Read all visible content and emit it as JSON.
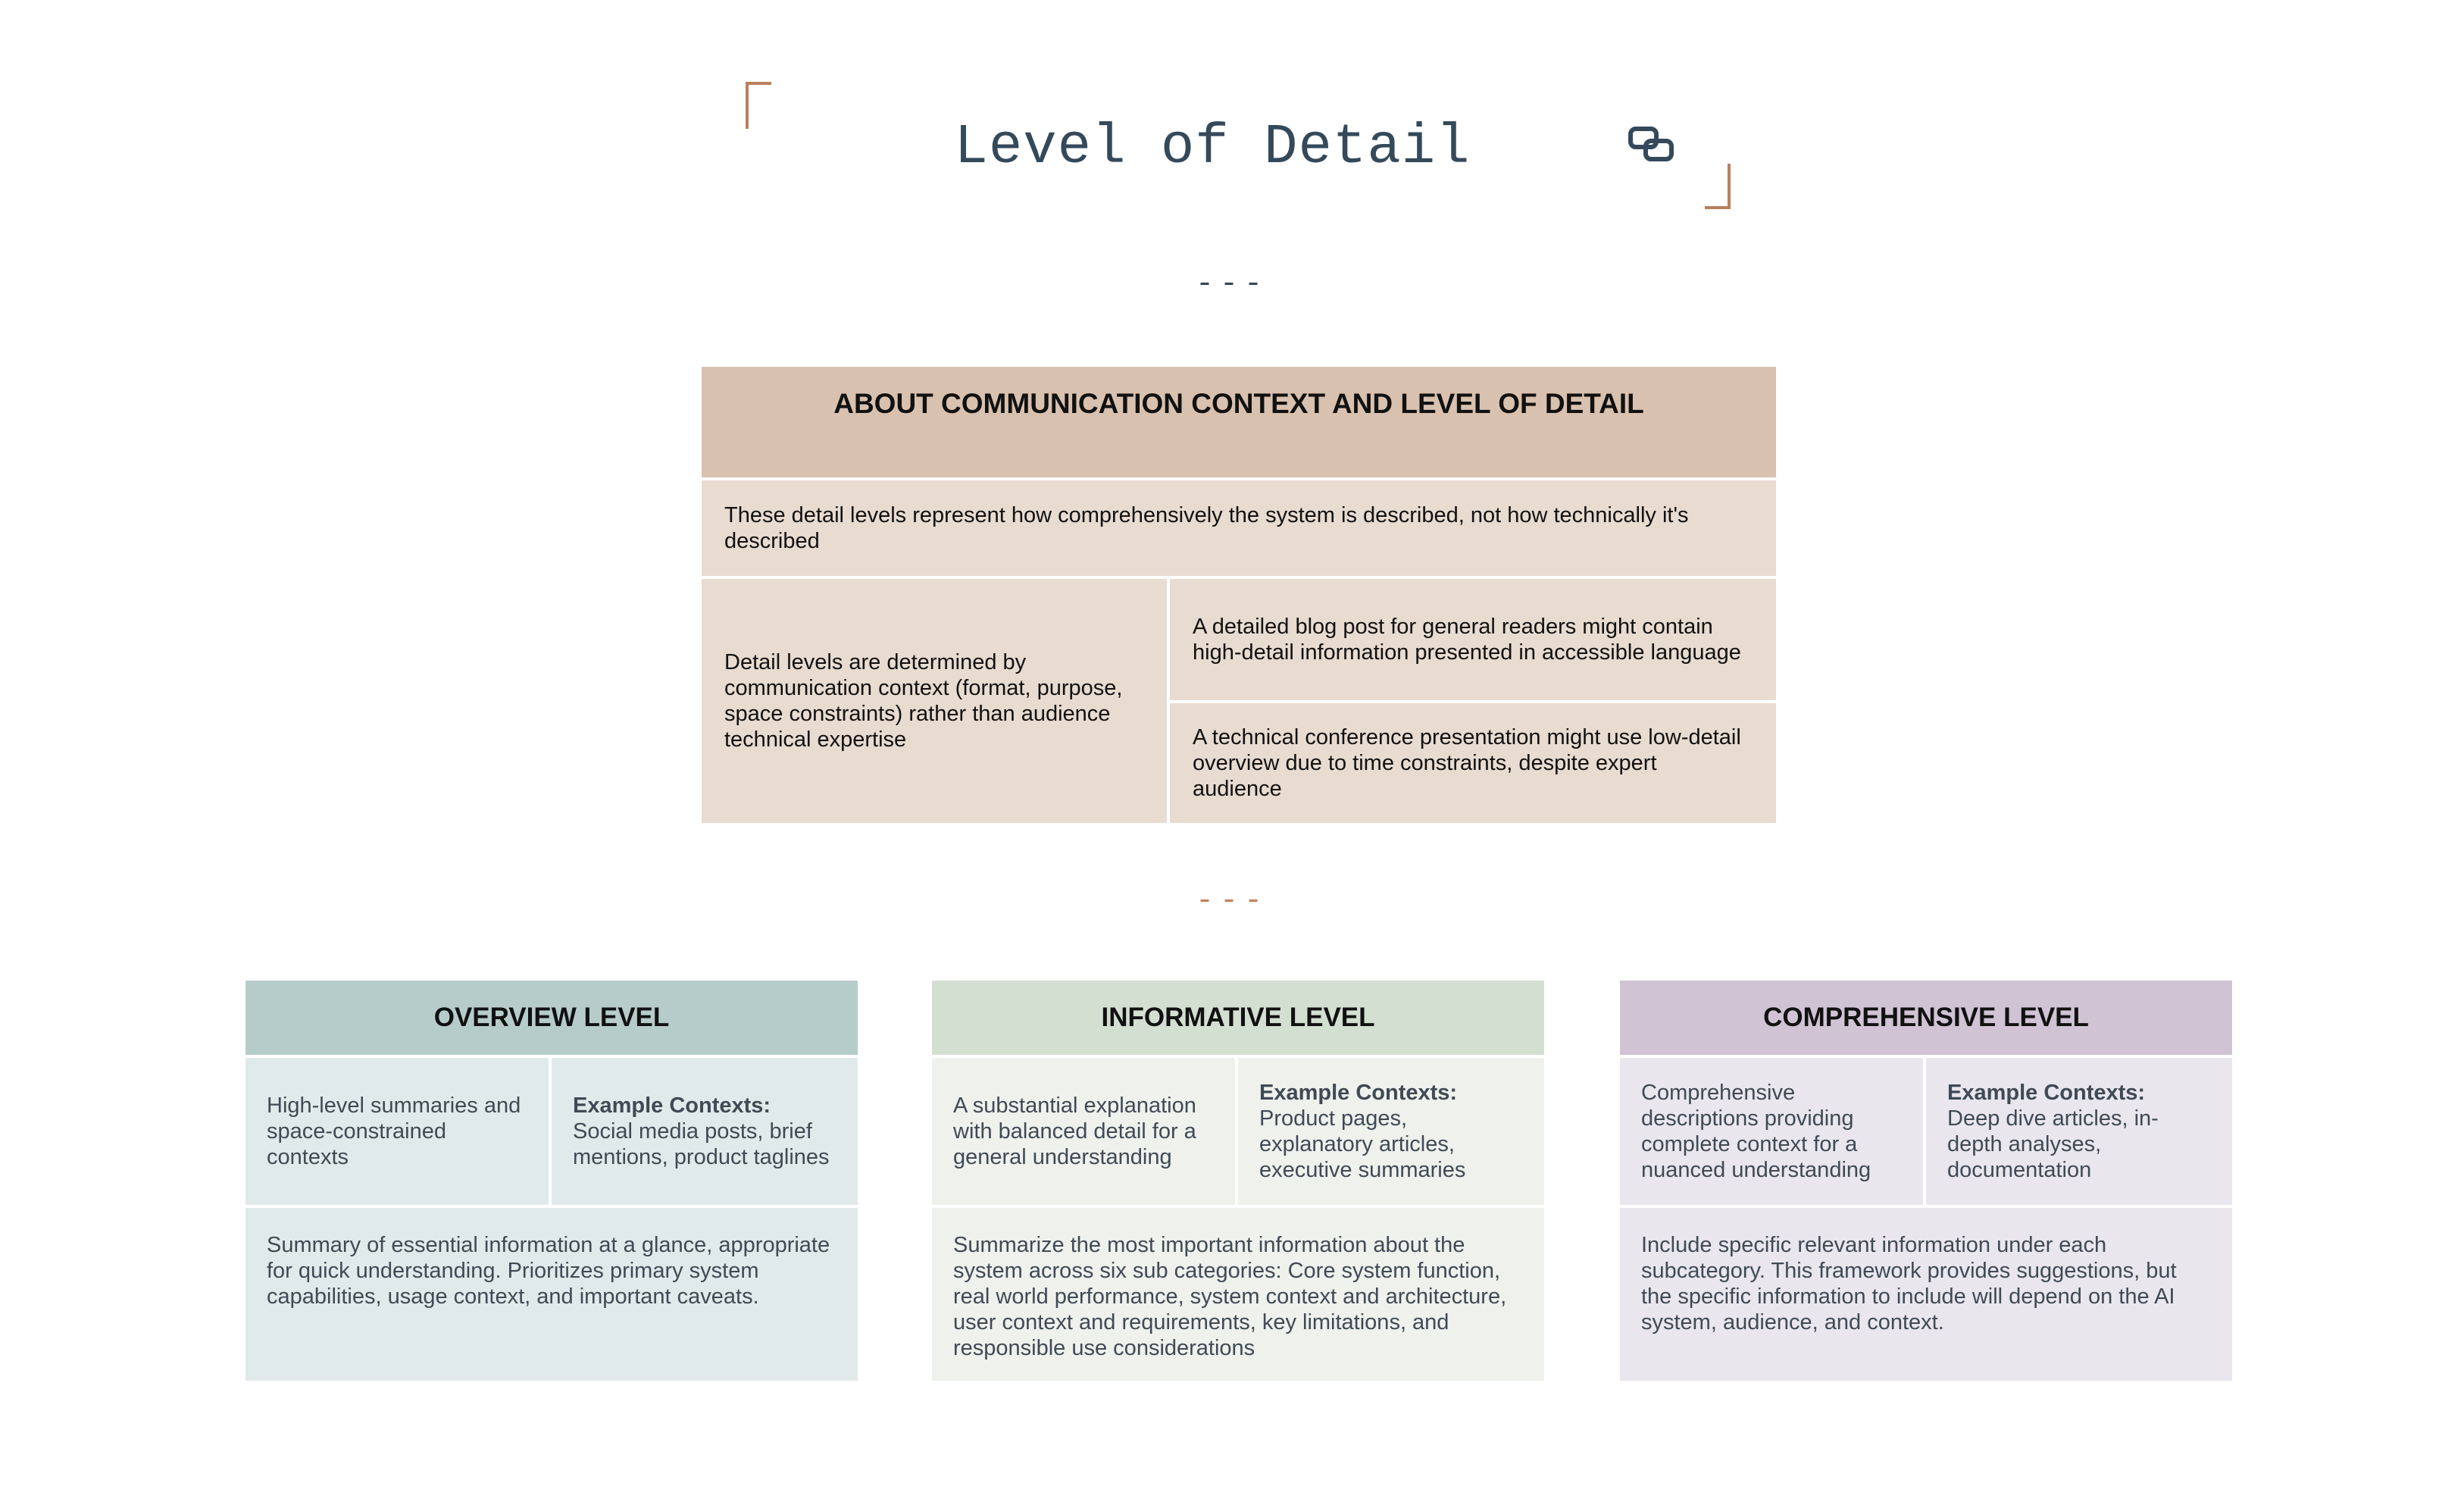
{
  "header": {
    "title": "Level of Detail",
    "icon": "link-icon",
    "divider": "---"
  },
  "about": {
    "heading": "ABOUT COMMUNICATION CONTEXT AND LEVEL OF DETAIL",
    "row1": "These detail levels represent how comprehensively the system is described, not how technically it's described",
    "left": "Detail levels are determined by communication context (format, purpose, space constraints) rather than audience technical expertise",
    "right_top": "A detailed blog post for general readers might contain high-detail information presented in accessible language",
    "right_bottom": "A technical conference presentation might use low-detail overview due to time constraints, despite expert audience"
  },
  "levels": [
    {
      "title": "OVERVIEW LEVEL",
      "summary": "High-level summaries and space-constrained contexts",
      "example_label": "Example Contexts:",
      "example_text": "Social media posts, brief mentions, product taglines",
      "description": "Summary of essential information at a glance, appropriate for quick understanding.  Prioritizes primary system capabilities, usage context, and important caveats."
    },
    {
      "title": "INFORMATIVE LEVEL",
      "summary": "A substantial explanation with balanced detail for a general understanding",
      "example_label": "Example Contexts:",
      "example_text": "Product pages, explanatory articles, executive summaries",
      "description": "Summarize the most important information about the system across six sub categories:  Core system function, real world performance, system context and architecture, user context and requirements, key limitations, and responsible use considerations"
    },
    {
      "title": "COMPREHENSIVE LEVEL",
      "summary": "Comprehensive descriptions providing complete context for a nuanced understanding",
      "example_label": "Example Contexts:",
      "example_text": "Deep dive articles, in-depth analyses, documentation",
      "description": "Include specific relevant information under each subcategory. This framework provides suggestions, but the specific information to include will depend on the AI system, audience, and context."
    }
  ],
  "colors": {
    "title": "#34495a",
    "accent": "#b9805c",
    "about_head": "#d9c1af",
    "about_cell": "#e8dbd0",
    "overview_head": "#b6cccb",
    "overview_cell": "#e1eaea",
    "informative_head": "#d3dfd1",
    "informative_cell": "#eef1ec",
    "comprehensive_head": "#d0c3d4",
    "comprehensive_cell": "#eae6ed"
  }
}
